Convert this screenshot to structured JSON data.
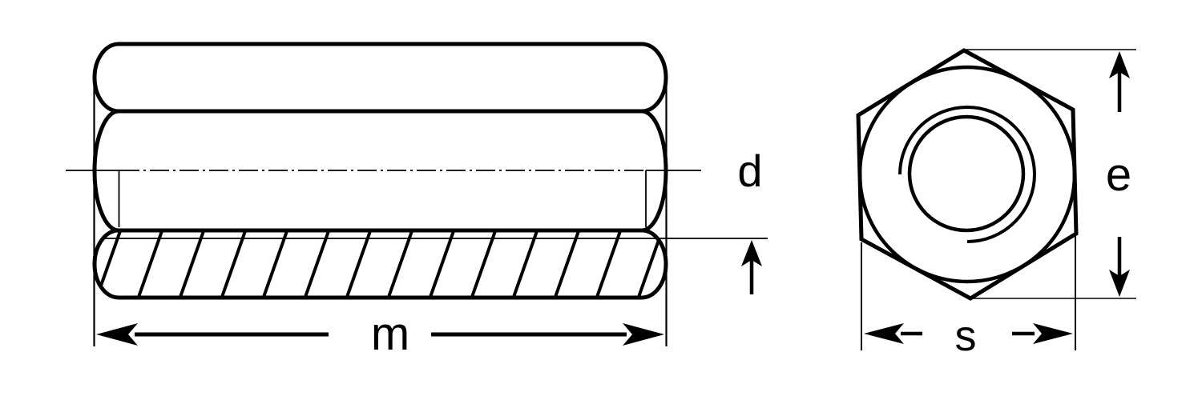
{
  "canvas": {
    "background": "#ffffff",
    "line_color": "#000000"
  },
  "drawing": {
    "subject": "hex-coupling-nut-technical-drawing",
    "views": {
      "side_view": "side-view-with-partial-thread-section",
      "end_view": "hexagon-end-view-with-threaded-bore"
    }
  },
  "dimensions": {
    "length": "m",
    "thread_diameter": "d",
    "across_corners": "e",
    "across_flats": "s"
  }
}
